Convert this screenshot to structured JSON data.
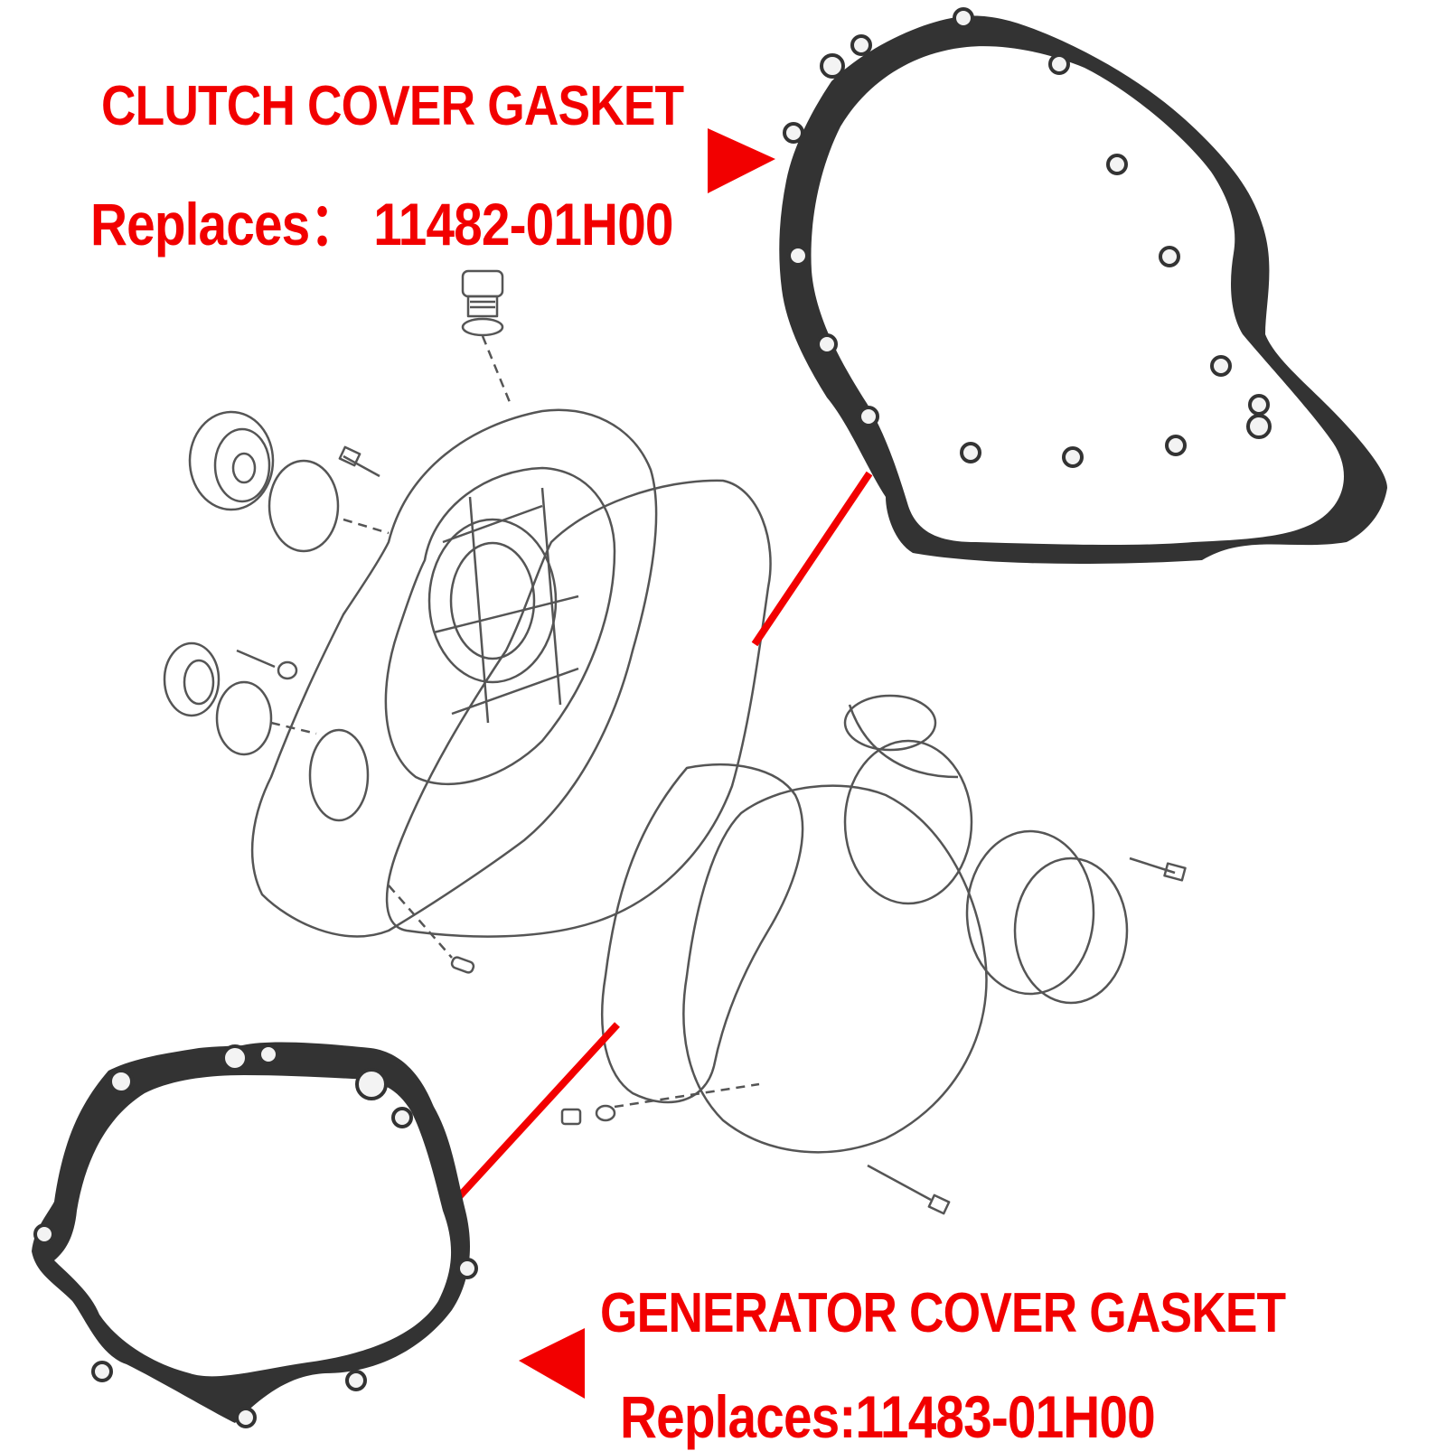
{
  "clutch": {
    "title": "CLUTCH COVER GASKET",
    "replaces": "Replaces：  11482-01H00"
  },
  "generator": {
    "title": "GENERATOR COVER GASKET",
    "replaces": "Replaces:11483-01H00"
  },
  "colors": {
    "accent": "#f20000",
    "gasket": "#333333",
    "line_art": "#555555",
    "background": "#ffffff"
  }
}
